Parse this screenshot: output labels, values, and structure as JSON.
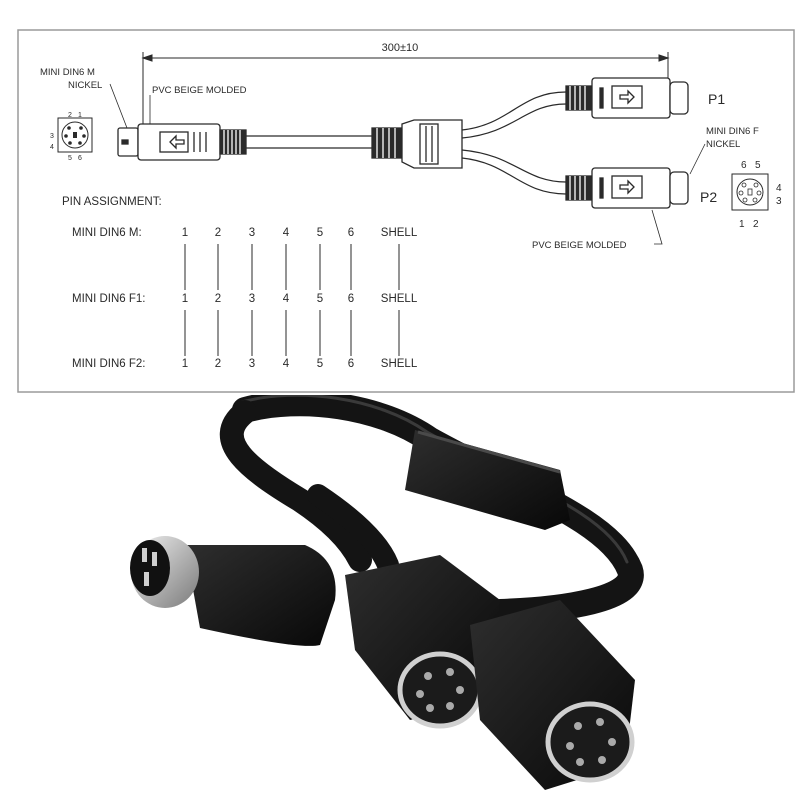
{
  "diagram": {
    "dimension": "300±10",
    "label_male_connector_line1": "MINI DIN6 M",
    "label_male_connector_line2": "NICKEL",
    "label_molded_top": "PVC BEIGE MOLDED",
    "label_molded_bottom": "PVC BEIGE MOLDED",
    "label_female_connector_line1": "MINI DIN6 F",
    "label_female_connector_line2": "NICKEL",
    "port_p1": "P1",
    "port_p2": "P2",
    "male_face_pins": [
      "2",
      "1",
      "3",
      "4",
      "5",
      "6"
    ],
    "female_face_pins": [
      "6",
      "5",
      "4",
      "3",
      "1",
      "2"
    ],
    "pin_assignment_title": "PIN ASSIGNMENT:",
    "pin_rows": [
      {
        "label": "MINI DIN6  M:",
        "pins": [
          "1",
          "2",
          "3",
          "4",
          "5",
          "6",
          "SHELL"
        ]
      },
      {
        "label": "MINI DIN6  F1:",
        "pins": [
          "1",
          "2",
          "3",
          "4",
          "5",
          "6",
          "SHELL"
        ]
      },
      {
        "label": "MINI DIN6  F2:",
        "pins": [
          "1",
          "2",
          "3",
          "4",
          "5",
          "6",
          "SHELL"
        ]
      }
    ]
  },
  "colors": {
    "line": "#2a2a2a",
    "frame": "#9a9a9a",
    "cable": "#141414",
    "nickel": "#c8c8c8"
  }
}
